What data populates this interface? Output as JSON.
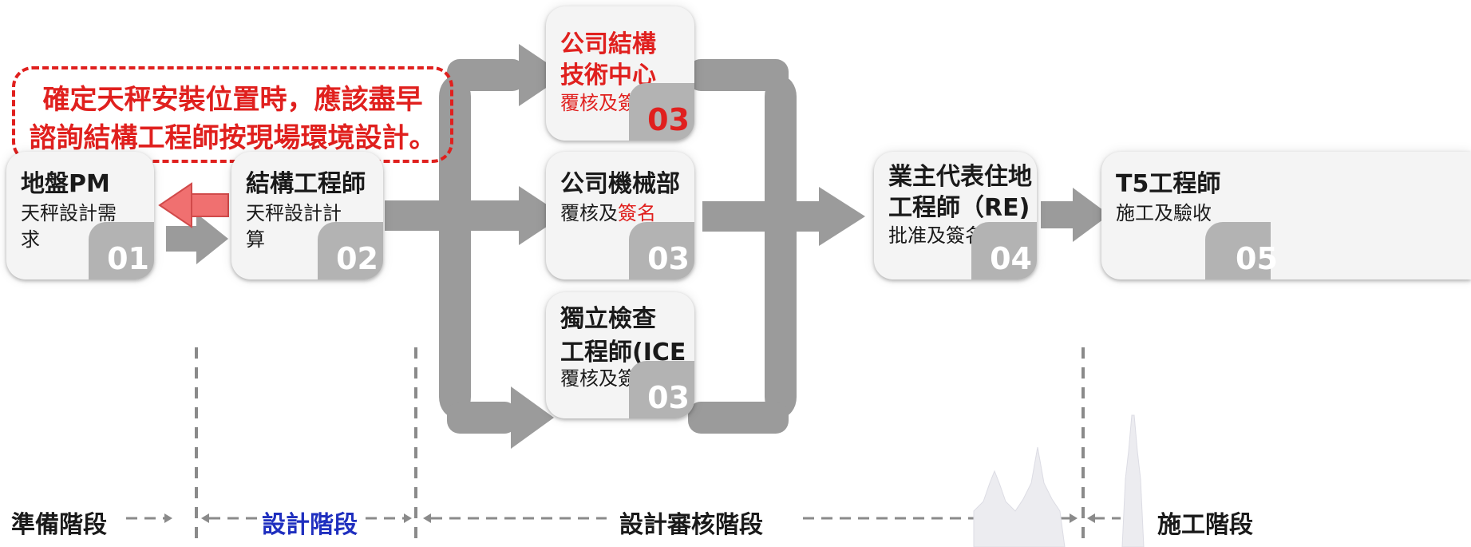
{
  "note": {
    "line1": "確定天秤安裝位置時，應該盡早",
    "line2": "諮詢結構工程師按現場環境設計。"
  },
  "cards": {
    "pm": {
      "title": "地盤PM",
      "sub1": "天秤設計需",
      "sub2": "求",
      "num": "01"
    },
    "engineer": {
      "title": "結構工程師",
      "sub1": "天秤設計計",
      "sub2": "算",
      "num": "02"
    },
    "tech_center": {
      "title1": "公司結構",
      "title2": "技術中心",
      "sub": "覆核及簽名",
      "num": "03"
    },
    "mech_dept": {
      "title": "公司機械部",
      "sub_a": "覆核及",
      "sub_b": "簽名",
      "num": "03"
    },
    "ice": {
      "title1": "獨立檢查",
      "title2": "工程師(ICE )",
      "sub": "覆核及簽名",
      "num": "03"
    },
    "re": {
      "title1": "業主代表住地",
      "title2": "工程師（RE)",
      "sub": "批准及簽名",
      "num": "04"
    },
    "t5": {
      "title": "T5工程師",
      "sub": "施工及驗收",
      "num": "05"
    }
  },
  "phases": {
    "prep": "準備階段",
    "design": "設計階段",
    "review": "設計審核階段",
    "construction": "施工階段"
  },
  "colors": {
    "note_red": "#e0201e",
    "arrow_gray": "#9b9b9b",
    "return_arrow_red": "#f07070",
    "design_phase_blue": "#1f2fbf"
  }
}
